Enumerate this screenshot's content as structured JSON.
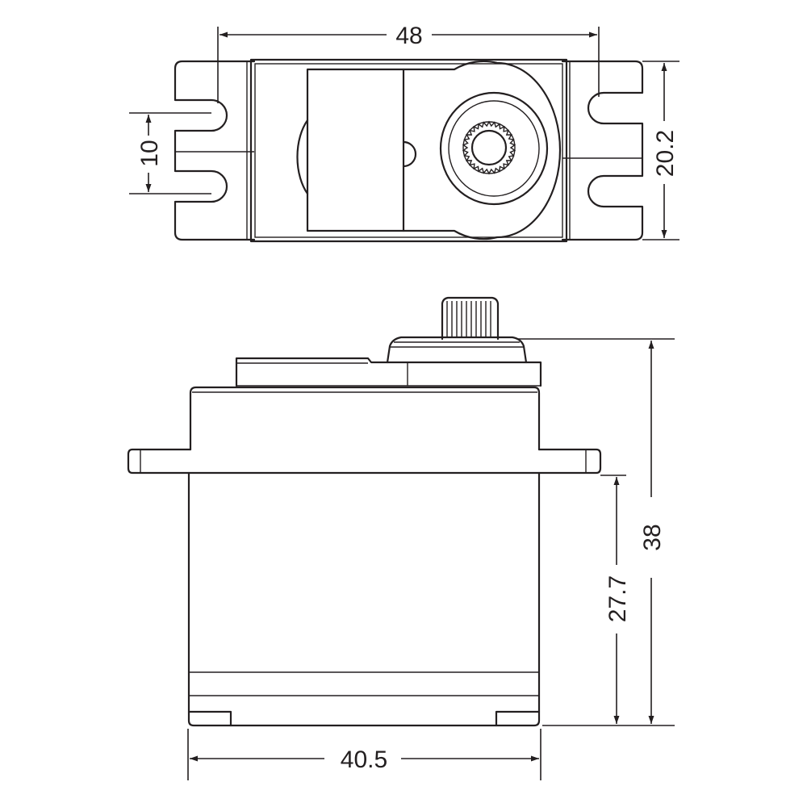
{
  "colors": {
    "line": "#231f20",
    "background": "#ffffff"
  },
  "dimensions": {
    "overall_width": "48",
    "mount_hole_spacing": "10",
    "body_width": "20.2",
    "overall_height": "38",
    "mount_height": "27.7",
    "body_length": "40.5"
  }
}
